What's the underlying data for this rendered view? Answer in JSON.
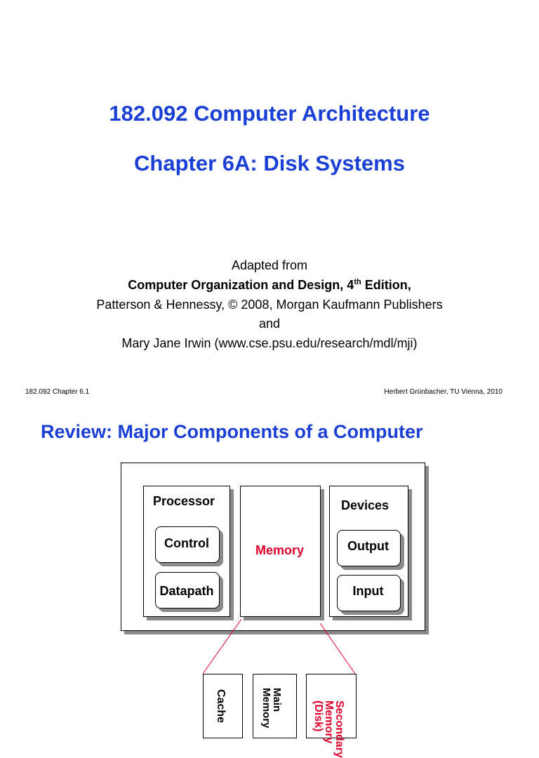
{
  "slide1": {
    "title": "182.092  Computer Architecture",
    "subtitle": "Chapter 6A: Disk Systems",
    "credit_line1": "Adapted from",
    "credit_book": "Computer Organization and Design, 4",
    "credit_book_sup": "th",
    "credit_book_end": " Edition,",
    "credit_line3": "Patterson & Hennessy, © 2008, Morgan Kaufmann Publishers",
    "credit_line4": "and",
    "credit_line5": "Mary Jane Irwin (www.cse.psu.edu/research/mdl/mji)",
    "footer_left": "182.092  Chapter 6.1",
    "footer_right": "Herbert Grünbacher, TU Vienna, 2010"
  },
  "slide2": {
    "title": "Review:  Major Components of a Computer",
    "processor_label": "Processor",
    "control_label": "Control",
    "datapath_label": "Datapath",
    "memory_label": "Memory",
    "devices_label": "Devices",
    "output_label": "Output",
    "input_label": "Input",
    "cache_label": "Cache",
    "main_memory_label": "Main\nMemory",
    "secondary_memory_label": "Secondary\nMemory\n(Disk)"
  },
  "colors": {
    "title_blue": "#1a3fd6",
    "memory_red": "#e0002a",
    "shadow_gray": "#8a8a8a"
  }
}
